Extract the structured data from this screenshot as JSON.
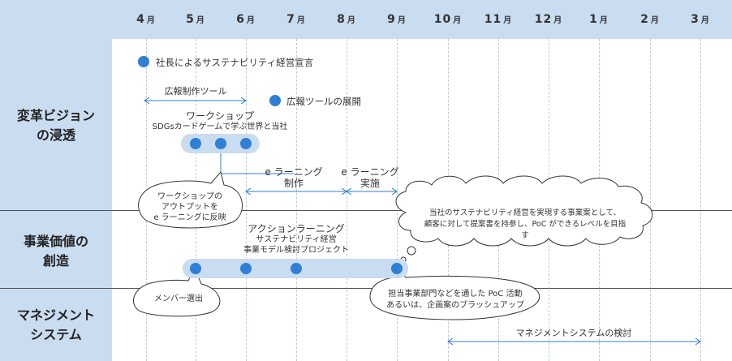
{
  "months": [
    "4",
    "5",
    "6",
    "7",
    "8",
    "9",
    "10",
    "11",
    "12",
    "1",
    "2",
    "3"
  ],
  "month_unit": "月",
  "rows": {
    "vision": "変革ビジョン\nの浸透",
    "value": "事業価値の\n創造",
    "mgmt": "マネジメント\nシステム"
  },
  "items": {
    "declaration": "社長によるサステナビリティ経営宣言",
    "pr_tool_make": "広報制作ツール",
    "pr_tool_deploy": "広報ツールの展開",
    "workshop_title": "ワークショップ",
    "workshop_sub": "SDGsカードゲームで学ぶ世界と当社",
    "elearn_make": "e ラーニング\n制作",
    "elearn_run": "e ラーニング\n実施",
    "bubble_workshop": "ワークショップの\nアウトプットを\ne ラーニングに反映",
    "action_title": "アクションラーニング",
    "action_sub": "サステナビリティ経営\n事業モデル検討プロジェクト",
    "cloud_proposal": "当社のサステナビリティ経営を実現する事業案として、\n顧客に対して提案書を持参し、PoC ができるレベルを目指す",
    "bubble_members": "メンバー選出",
    "bubble_poc": "担当事業部門などを通した PoC 活動\nあるいは、企画案のブラッシュアップ",
    "mgmt_review": "マネジメントシステムの検討"
  },
  "colors": {
    "header_bg": "#c9dcf0",
    "accent": "#2f7fd6",
    "pill": "#c9dcf0"
  }
}
